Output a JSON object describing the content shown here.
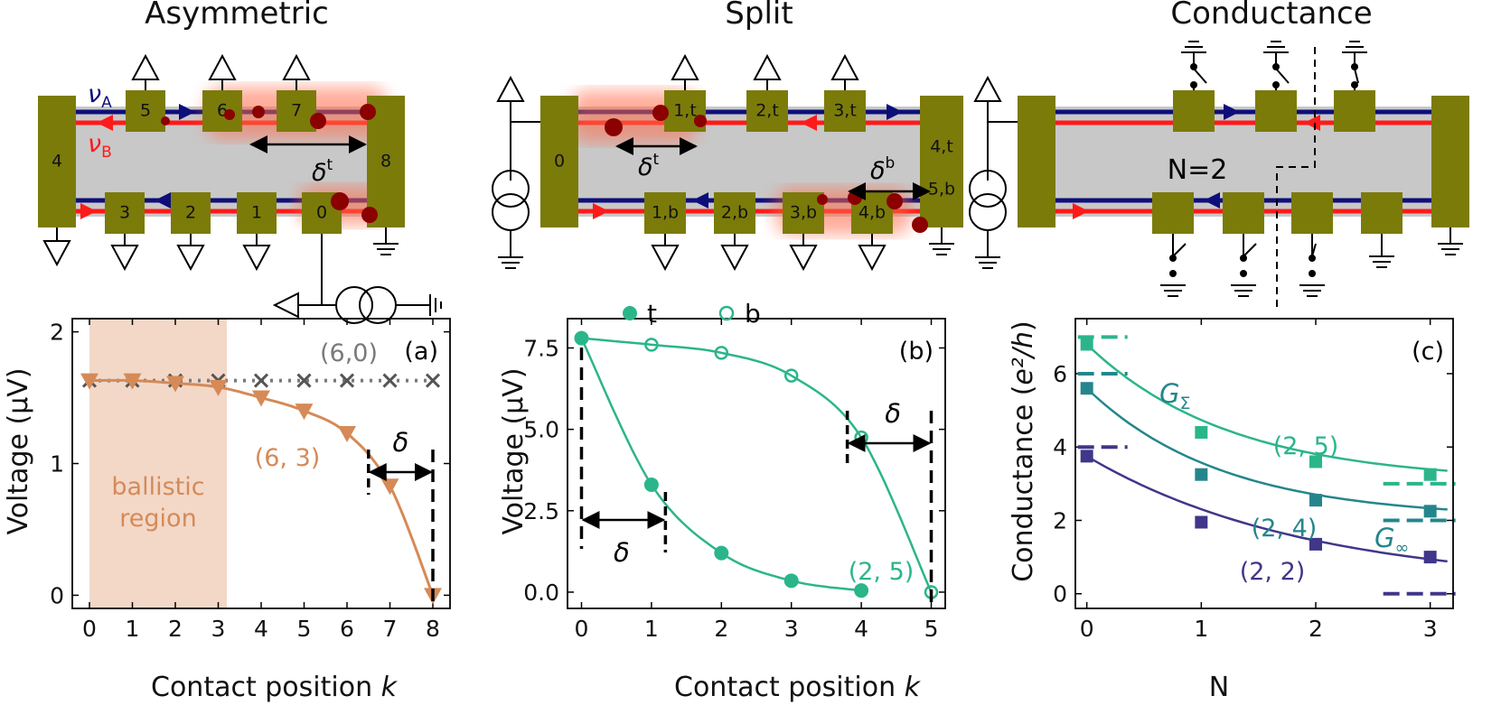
{
  "titles": [
    "Asymmetric",
    "Split",
    "Conductance"
  ],
  "colors": {
    "contact": "#7b7b0a",
    "edge_blue": "#0e0e7a",
    "edge_red": "#ff1a1a",
    "dot": "#8b0000",
    "channel": "#c8c8c8",
    "orange": "#d58a57",
    "ballistic_fill": "#f3d8c8",
    "gray_series": "#7a7a7a",
    "green": "#2bb58b",
    "teal": "#24868c",
    "purple": "#40368a"
  },
  "schematics": {
    "asym": {
      "nu_a": "ν",
      "nu_a_sub": "A",
      "nu_b": "ν",
      "nu_b_sub": "B",
      "top_contacts": [
        "5",
        "6",
        "7"
      ],
      "bottom_contacts": [
        "3",
        "2",
        "1",
        "0"
      ],
      "left": "4",
      "right": "8",
      "delta": "δ",
      "delta_sup": "t"
    },
    "split": {
      "top_contacts": [
        "1,t",
        "2,t",
        "3,t"
      ],
      "bottom_contacts": [
        "1,b",
        "2,b",
        "3,b",
        "4,b"
      ],
      "left": "0",
      "right_top": "4,t",
      "right_bottom": "5,b",
      "delta_t": "δ",
      "delta_t_sup": "t",
      "delta_b": "δ",
      "delta_b_sup": "b"
    },
    "cond": {
      "n_label": "N=2"
    }
  },
  "chart_data": [
    {
      "type": "scatter",
      "panel_label": "(a)",
      "xlabel": "Contact position k",
      "ylabel": "Voltage (μV)",
      "xlim": [
        -0.4,
        8.4
      ],
      "ylim": [
        -0.1,
        2.1
      ],
      "xticks": [
        0,
        1,
        2,
        3,
        4,
        5,
        6,
        7,
        8
      ],
      "yticks": [
        0,
        1,
        2
      ],
      "shaded_region": {
        "x": [
          0,
          3.2
        ],
        "label_line1": "ballistic",
        "label_line2": "region"
      },
      "series": [
        {
          "name": "(6,0)",
          "marker": "x",
          "line": "dotted",
          "x": [
            0,
            1,
            2,
            3,
            4,
            5,
            6,
            7,
            8
          ],
          "y": [
            1.63,
            1.63,
            1.63,
            1.63,
            1.63,
            1.63,
            1.63,
            1.63,
            1.63
          ]
        },
        {
          "name": "(6, 3)",
          "marker": "triangle-down",
          "line": "fit",
          "x": [
            0,
            1,
            2,
            3,
            4,
            5,
            6,
            7,
            8
          ],
          "y": [
            1.63,
            1.63,
            1.61,
            1.58,
            1.5,
            1.4,
            1.23,
            0.83,
            0.0
          ]
        }
      ],
      "delta_label": "δ",
      "delta_x": [
        6.5,
        8
      ]
    },
    {
      "type": "scatter",
      "panel_label": "(b)",
      "xlabel": "Contact position k",
      "ylabel": "Voltage (μV)",
      "xlim": [
        -0.2,
        5.2
      ],
      "ylim": [
        -0.5,
        8.4
      ],
      "xticks": [
        0,
        1,
        2,
        3,
        4,
        5
      ],
      "yticks": [
        0.0,
        2.5,
        5.0,
        7.5
      ],
      "ytick_labels": [
        "0.0",
        "2.5",
        "5.0",
        "7.5"
      ],
      "legend": [
        {
          "name": "t",
          "marker": "filled-circle"
        },
        {
          "name": "b",
          "marker": "open-circle"
        }
      ],
      "series": [
        {
          "name": "t",
          "marker": "filled-circle",
          "x": [
            0,
            1,
            2,
            3,
            4
          ],
          "y": [
            7.8,
            3.3,
            1.2,
            0.35,
            0.05
          ]
        },
        {
          "name": "b",
          "marker": "open-circle",
          "x": [
            0,
            1,
            2,
            3,
            4,
            5
          ],
          "y": [
            7.8,
            7.6,
            7.35,
            6.65,
            4.75,
            0.0
          ]
        }
      ],
      "curve_label": "(2, 5)",
      "delta_label": "δ",
      "delta_t_x": [
        0,
        1.2
      ],
      "delta_b_x": [
        3.8,
        5
      ]
    },
    {
      "type": "scatter",
      "panel_label": "(c)",
      "xlabel": "N",
      "ylabel": "Conductance (e²/h)",
      "xlim": [
        -0.1,
        3.2
      ],
      "ylim": [
        -0.4,
        7.5
      ],
      "xticks": [
        0,
        1,
        2,
        3
      ],
      "yticks": [
        0,
        2,
        4,
        6
      ],
      "series": [
        {
          "name": "(2, 5)",
          "marker": "square",
          "x": [
            0,
            1,
            2,
            3
          ],
          "y": [
            6.8,
            4.4,
            3.6,
            3.25
          ],
          "g_sigma": 7.0,
          "g_inf": 3.0
        },
        {
          "name": "(2, 4)",
          "marker": "square",
          "x": [
            0,
            1,
            2,
            3
          ],
          "y": [
            5.6,
            3.25,
            2.55,
            2.25
          ],
          "g_sigma": 6.0,
          "g_inf": 2.0
        },
        {
          "name": "(2, 2)",
          "marker": "square",
          "x": [
            0,
            1,
            2,
            3
          ],
          "y": [
            3.75,
            1.95,
            1.35,
            1.0
          ],
          "g_sigma": 4.0,
          "g_inf": 0.0
        }
      ],
      "g_sigma_label": "G",
      "g_sigma_sub": "Σ",
      "g_inf_label": "G",
      "g_inf_sub": "∞"
    }
  ]
}
